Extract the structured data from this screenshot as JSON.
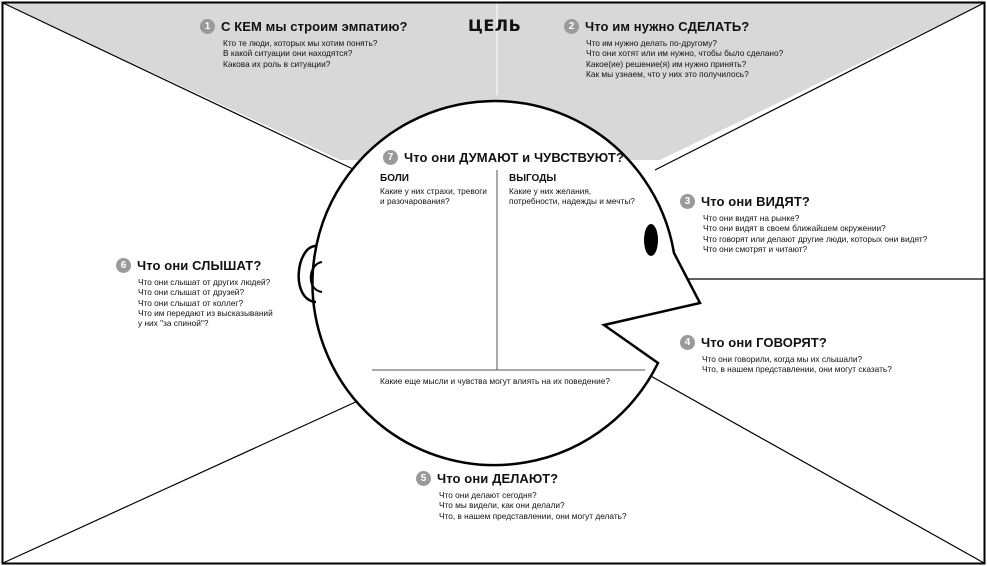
{
  "goal_label": "ЦЕЛЬ",
  "colors": {
    "shade": "#d8d8d8",
    "stroke": "#000000",
    "badge": "#9a9a9a"
  },
  "sections": {
    "s1": {
      "num": "1",
      "title": "С КЕМ мы строим эмпатию?",
      "lines": [
        "Кто те люди, которых мы хотим понять?",
        "В какой ситуации они находятся?",
        "Какова их роль в ситуации?"
      ]
    },
    "s2": {
      "num": "2",
      "title": "Что им нужно СДЕЛАТЬ?",
      "lines": [
        "Что им нужно делать по-другому?",
        "Что они хотят или им нужно, чтобы было сделано?",
        "Какое(ие) решение(я) им нужно принять?",
        "Как мы узнаем, что у них это получилось?"
      ]
    },
    "s3": {
      "num": "3",
      "title": "Что они ВИДЯТ?",
      "lines": [
        "Что они видят на рынке?",
        "Что они видят в своем ближайшем окружении?",
        "Что говорят или делают другие люди, которых они видят?",
        "Что они смотрят и читают?"
      ]
    },
    "s4": {
      "num": "4",
      "title": "Что они ГОВОРЯТ?",
      "lines": [
        "Что они говорили, когда мы их слышали?",
        "Что, в нашем представлении, они могут сказать?"
      ]
    },
    "s5": {
      "num": "5",
      "title": "Что они ДЕЛАЮТ?",
      "lines": [
        "Что они делают сегодня?",
        "Что мы видели, как они делали?",
        "Что, в нашем представлении, они могут делать?"
      ]
    },
    "s6": {
      "num": "6",
      "title": "Что они СЛЫШАТ?",
      "lines": [
        "Что они слышат от других людей?",
        "Что они слышат от друзей?",
        "Что они слышат от коллег?",
        "Что им передают из высказываний",
        "у них \"за спиной\"?"
      ]
    },
    "s7": {
      "num": "7",
      "title": "Что они ДУМАЮТ и ЧУВСТВУЮТ?",
      "pains": {
        "title": "БОЛИ",
        "lines": [
          "Какие у них страхи, тревоги",
          "и разочарования?"
        ]
      },
      "gains": {
        "title": "ВЫГОДЫ",
        "lines": [
          "Какие у них желания,",
          "потребности, надежды и мечты?"
        ]
      },
      "other": "Какие еще мысли и чувства могут влиять на их поведение?"
    }
  }
}
